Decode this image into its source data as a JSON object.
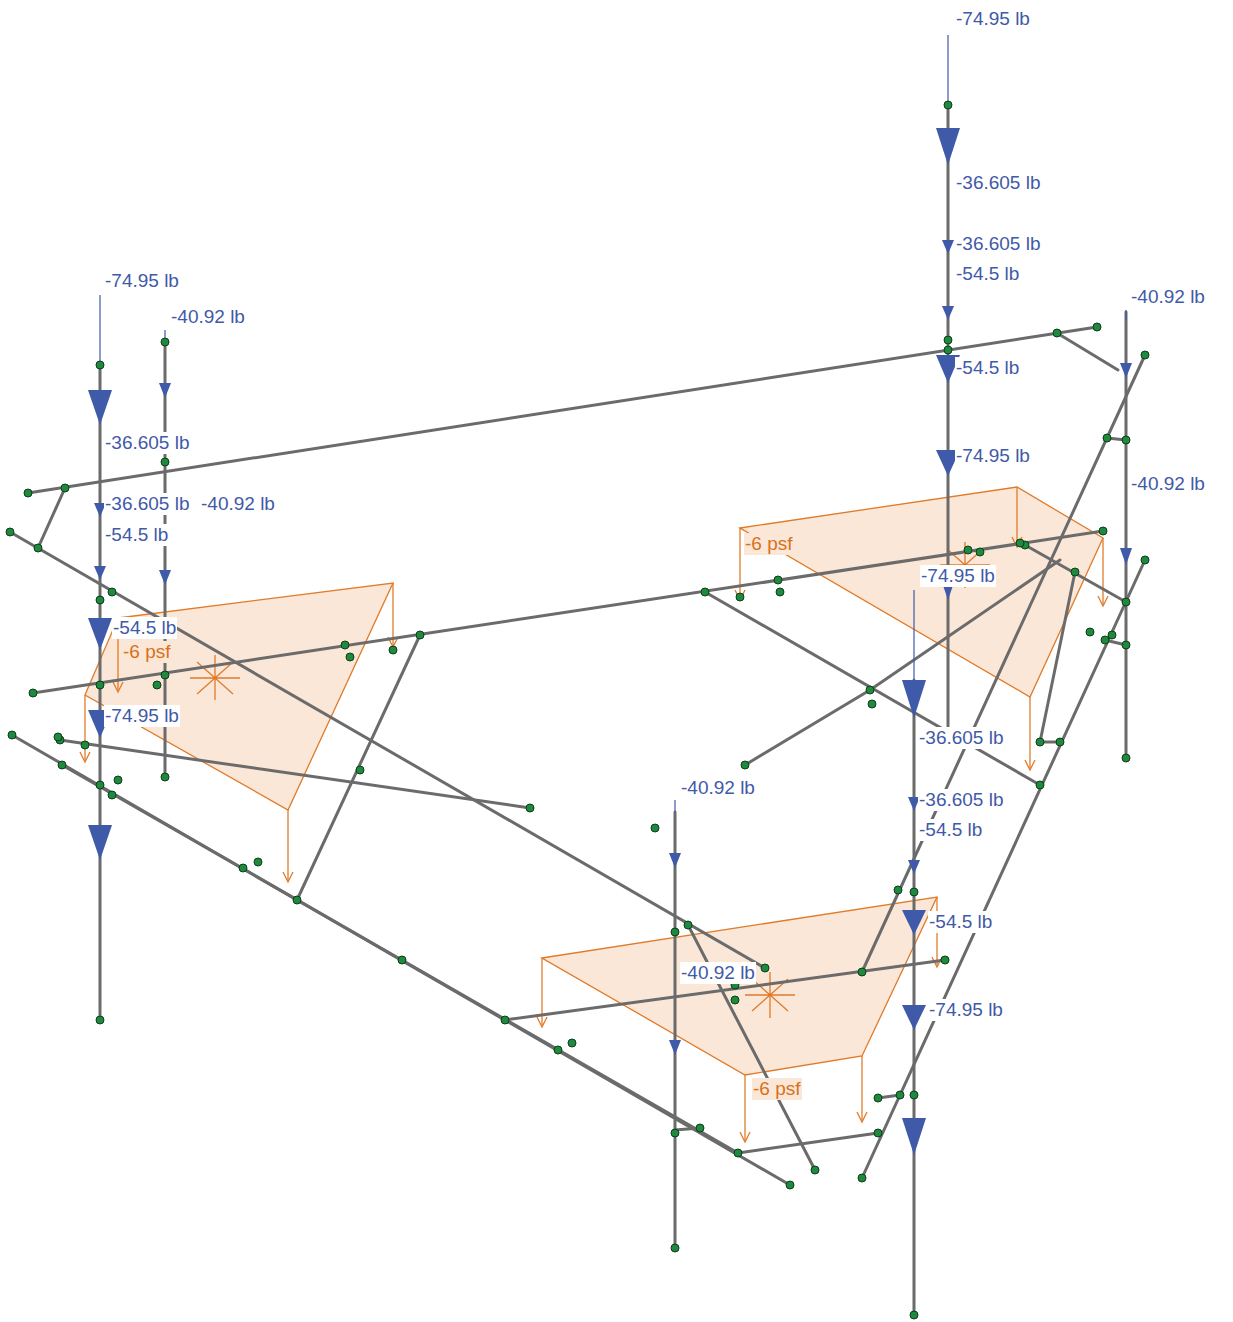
{
  "diagram": {
    "labels": [
      "-74.95 lb",
      "-36.605 lb",
      "-36.605 lb",
      "-54.5 lb",
      "-54.5 lb",
      "-74.95 lb",
      "-40.92 lb",
      "-40.92 lb",
      "-6 psf",
      "-74.95 lb",
      "-74.95 lb",
      "-40.92 lb",
      "-36.605 lb",
      "-36.605 lb",
      "-40.92 lb",
      "-54.5 lb",
      "-54.5 lb",
      "-6 psf",
      "-74.95 lb",
      "-40.92 lb",
      "-40.92 lb",
      "-36.605 lb",
      "-36.605 lb",
      "-54.5 lb",
      "-54.5 lb",
      "-74.95 lb",
      "-6 psf"
    ]
  }
}
